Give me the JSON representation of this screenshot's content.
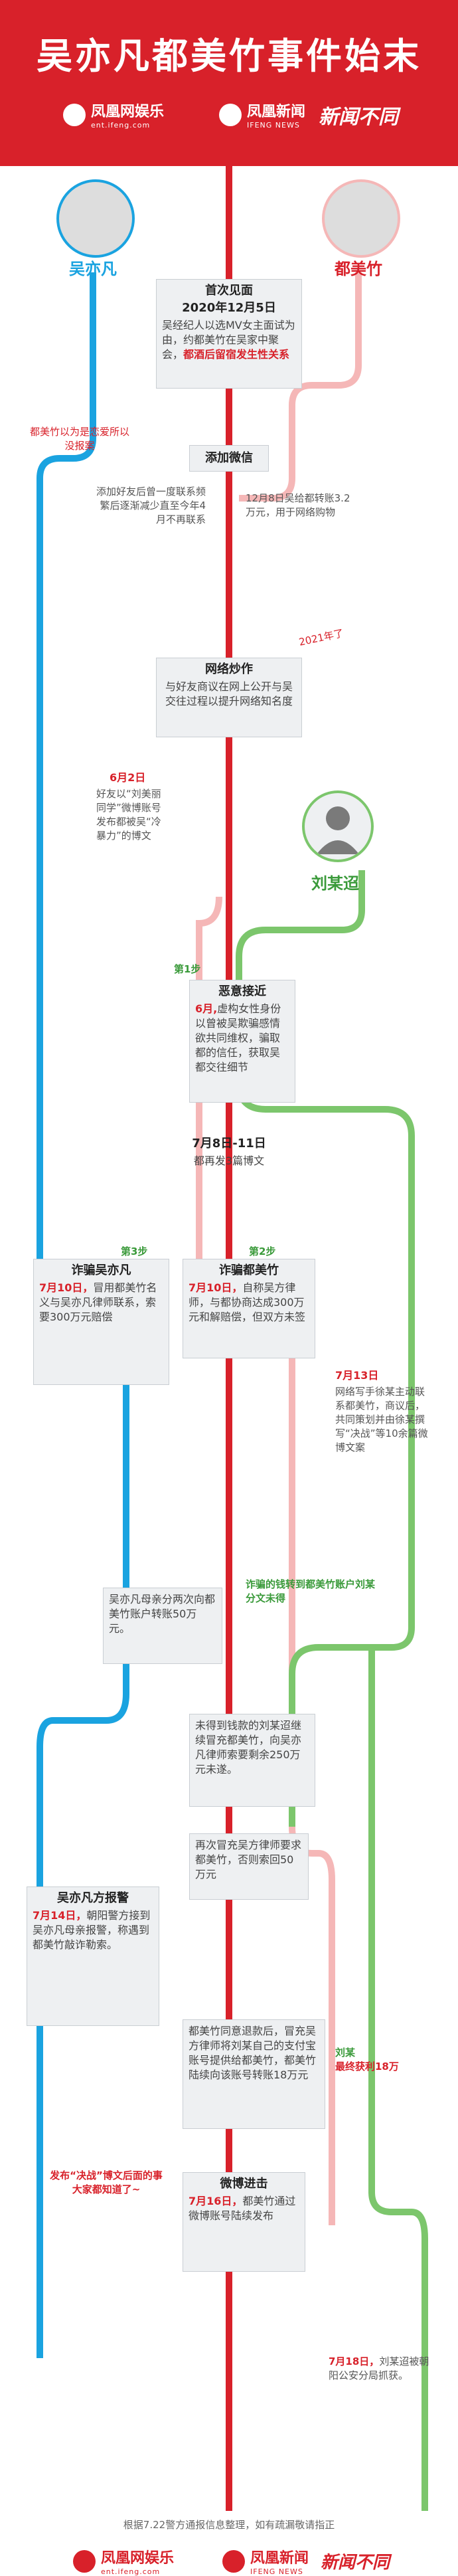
{
  "header": {
    "title": "吴亦凡都美竹事件始末",
    "brand1_cn": "凤凰网娱乐",
    "brand1_url": "ent.ifeng.com",
    "brand2_cn": "凤凰新闻",
    "brand2_en": "IFENG NEWS",
    "brand2_tag": "新闻不同"
  },
  "people": {
    "wu": "吴亦凡",
    "du": "都美竹",
    "liu": "刘某迢"
  },
  "events": {
    "first_meet": {
      "title": "首次见面",
      "date": "2020年12月5日",
      "text": "吴经纪人以选MV女主面试为由，约都美竹在吴家中聚会，",
      "highlight": "都酒后留宿发生性关系"
    },
    "wechat": {
      "title": "添加微信",
      "note_left_red": "都美竹以为是恋爱所以没报案",
      "note_left": "添加好友后曾一度联系频繁后逐渐减少直至今年4月不再联系",
      "note_right": "12月8日吴给都转账3.2万元，用于网络购物"
    },
    "hype": {
      "title": "网络炒作",
      "year_tag": "2021年了",
      "text": "与好友商议在网上公开与吴交往过程以提升网络知名度"
    },
    "june2": {
      "date": "6月2日",
      "text": "好友以“刘美丽同学”微博账号发布都被吴“冷暴力”的博文"
    },
    "approach": {
      "step": "第1步",
      "title": "恶意接近",
      "date": "6月,",
      "text": "虚构女性身份以曾被吴欺骗感情欲共同维权，骗取都的信任，获取吴都交往细节"
    },
    "july8": {
      "date": "7月8日-11日",
      "text": "都再发3篇博文"
    },
    "fraud_wu": {
      "step": "第3步",
      "title": "诈骗吴亦凡",
      "date": "7月10日，",
      "text": "冒用都美竹名义与吴亦凡律师联系，索要300万元赔偿"
    },
    "fraud_du": {
      "step": "第2步",
      "title": "诈骗都美竹",
      "date": "7月10日，",
      "text": "自称吴方律师，与都协商达成300万元和解赔偿，但双方未签"
    },
    "july13": {
      "date": "7月13日",
      "text": "网络写手徐某主动联系都美竹，商议后，共同策划并由徐某撰写“决战”等10余篇微博文案"
    },
    "transfer50": {
      "text": "吴亦凡母亲分两次向都美竹账户转账50万元。",
      "note": "诈骗的钱转到都美竹账户刘某分文未得"
    },
    "extort250": {
      "text": "未得到钱款的刘某迢继续冒充都美竹，向吴亦凡律师索要剩余250万元未遂。"
    },
    "extort2": {
      "text": "再次冒充吴方律师要求都美竹，否则索回50万元"
    },
    "report": {
      "title": "吴亦凡方报警",
      "date": "7月14日，",
      "text": "朝阳警方接到吴亦凡母亲报警，称遇到都美竹敲诈勒索。"
    },
    "refund": {
      "text": "都美竹同意退款后，冒充吴方律师将刘某自己的支付宝账号提供给都美竹，都美竹陆续向该账号转账18万元",
      "note_prefix": "刘某",
      "note_highlight": "最终获利18万"
    },
    "weibo": {
      "title": "微博进击",
      "date": "7月16日，",
      "text": "都美竹通过微博账号陆续发布",
      "note_red": "发布“决战”博文后面的事大家都知道了~"
    },
    "july18": {
      "date": "7月18日，",
      "text": "刘某迢被朝阳公安分局抓获。"
    }
  },
  "footer": {
    "note": "根据7.22警方通报信息整理，如有疏漏敬请指正"
  },
  "colors": {
    "red": "#d8212a",
    "blue": "#1aa3e0",
    "green": "#7cc66c",
    "pink": "#f5b7b7"
  }
}
